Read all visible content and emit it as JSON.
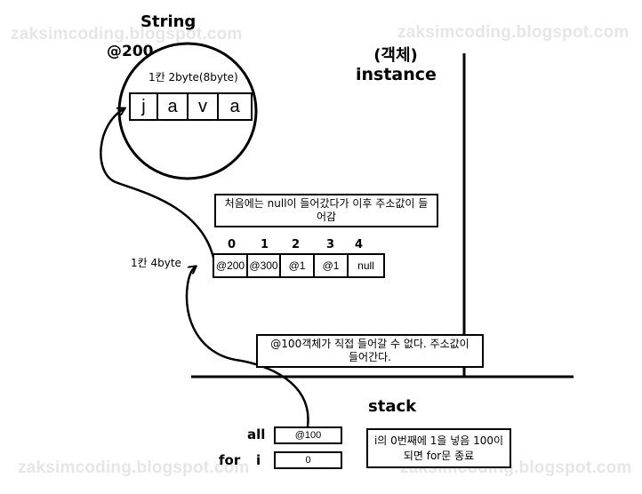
{
  "watermark": "zaksimcoding.blogspot.com",
  "string_object": {
    "type_label": "String",
    "address": "@200",
    "cell_size_note": "1칸 2byte(8byte)",
    "chars": [
      "j",
      "a",
      "v",
      "a"
    ]
  },
  "instance_label": {
    "korean": "(객체)",
    "english": "instance"
  },
  "array_object": {
    "cell_size_note": "1칸 4byte",
    "indices": [
      "0",
      "1",
      "2",
      "3",
      "4"
    ],
    "values": [
      "@200",
      "@300",
      "@1",
      "@1",
      "null"
    ]
  },
  "notes": {
    "null_then_address": "처음에는 null이 들어갔다가 이후 주소값이 들어감",
    "address_not_object": "@100객체가 직접 들어갈 수 없다. 주소값이 들어간다.",
    "loop_note": "i의 0번째에 1을 넣음 100이 되면 for문 종료"
  },
  "stack": {
    "label": "stack",
    "all_label": "all",
    "all_value": "@100",
    "for_label": "for",
    "i_label": "i",
    "i_value": "0"
  }
}
